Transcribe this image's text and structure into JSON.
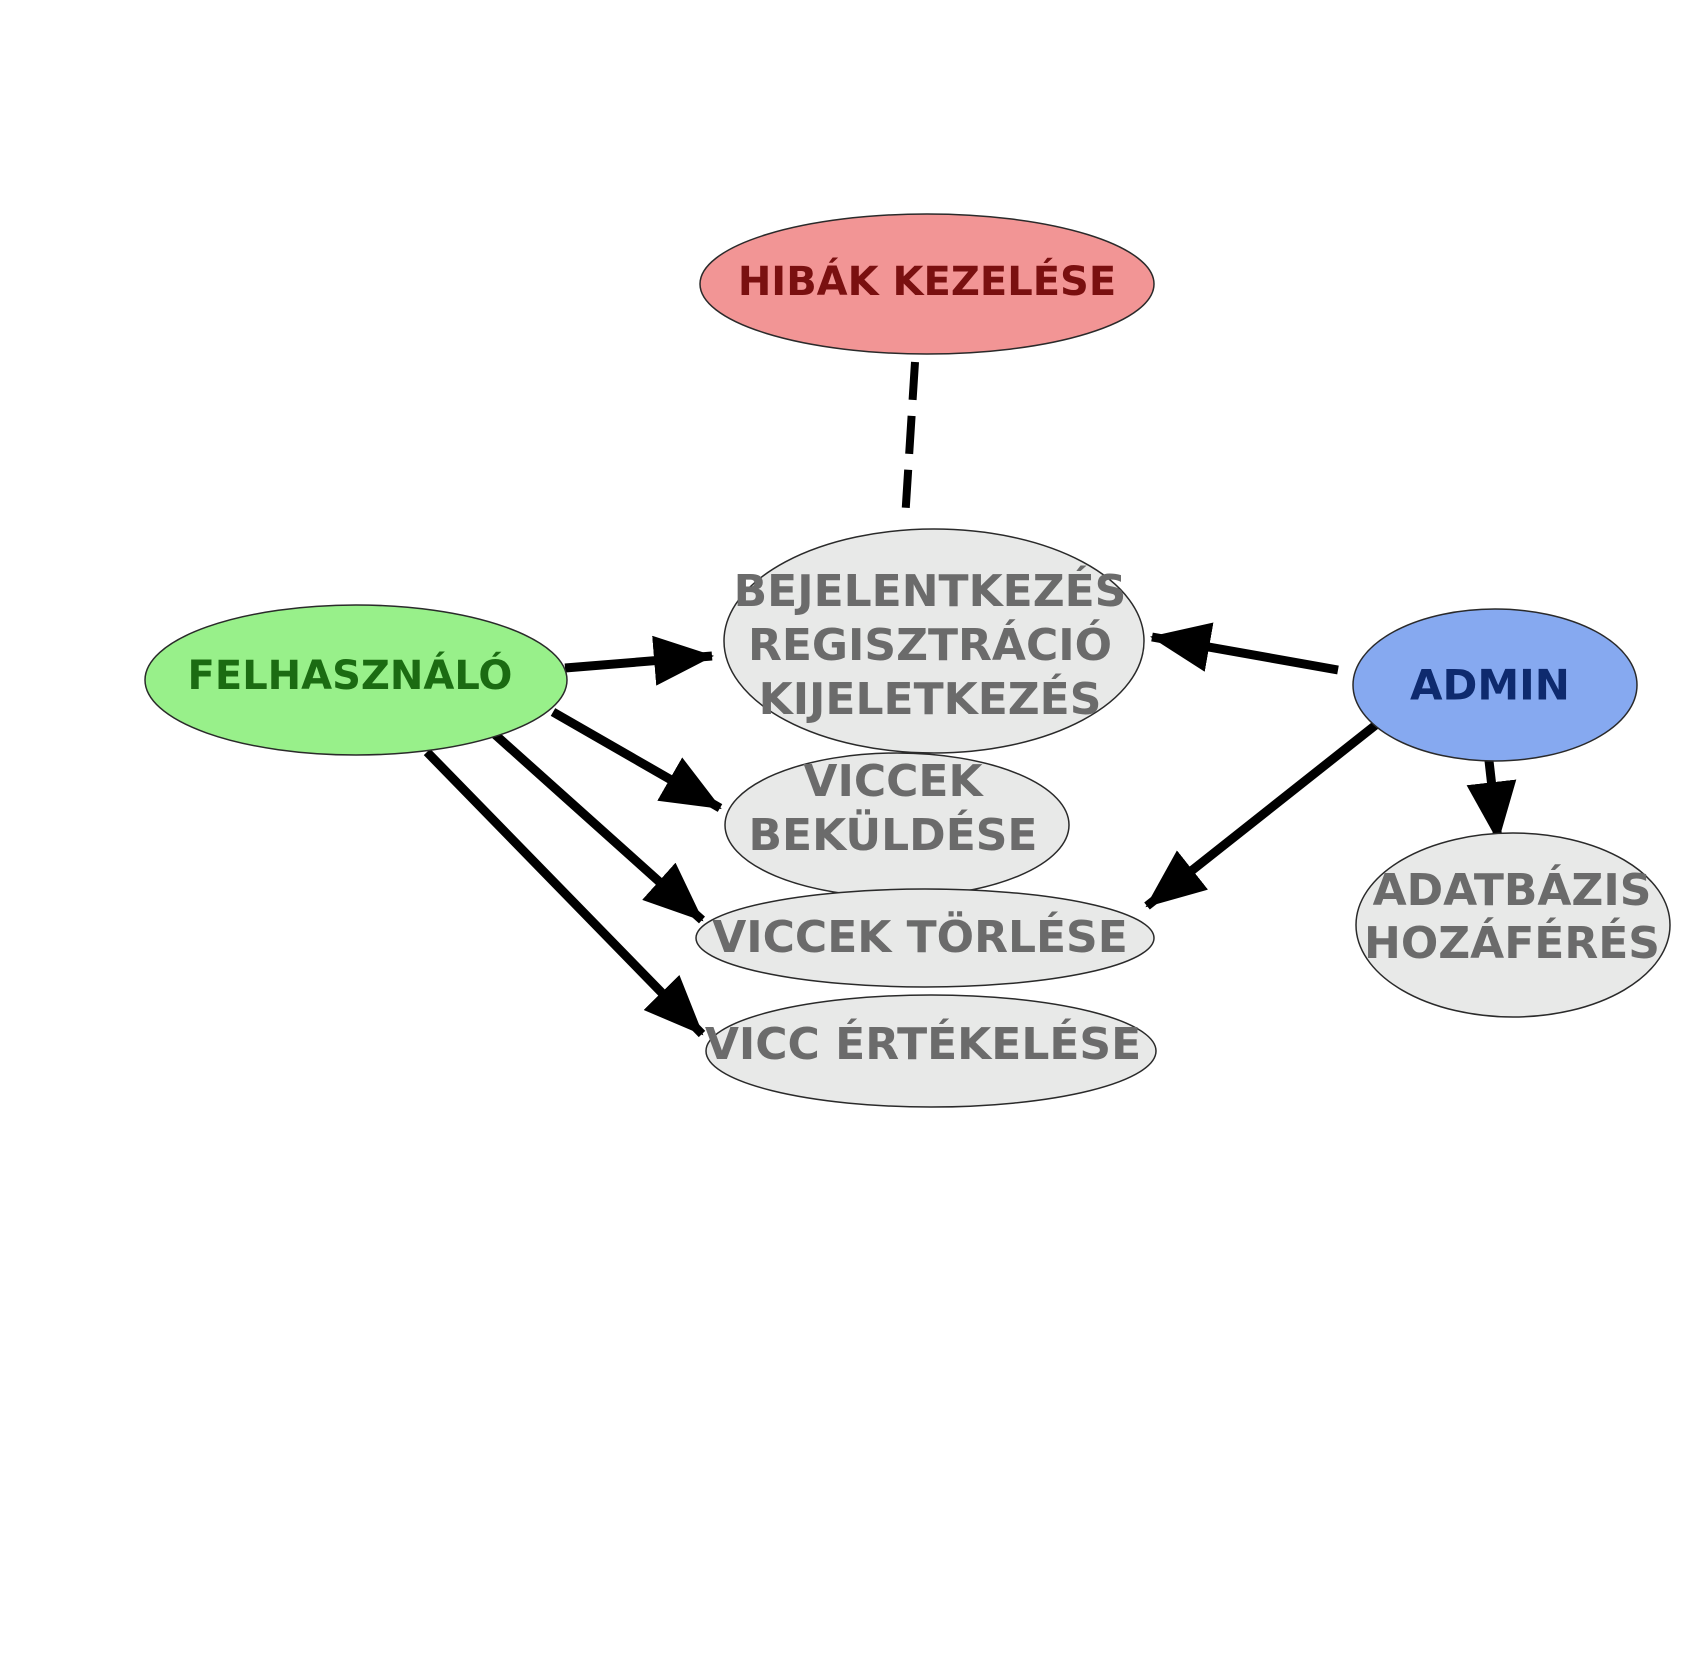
{
  "diagram": {
    "nodes": {
      "hibak": {
        "label": "HIBÁK KEZELÉSE",
        "color": "#f29595"
      },
      "felhasznalo": {
        "label": "FELHASZNÁLÓ",
        "color": "#98f08a"
      },
      "admin": {
        "label": "ADMIN",
        "color": "#86a9f0"
      },
      "auth": {
        "line1": "BEJELENTKEZÉS",
        "line2": "REGISZTRÁCIÓ",
        "line3": "KIJELETKEZÉS",
        "color": "#e8e9e8"
      },
      "bekuldes": {
        "line1": "VICCEK",
        "line2": "BEKÜLDÉSE",
        "color": "#e8e9e8"
      },
      "torles": {
        "label": "VICCEK TÖRLÉSE",
        "color": "#e8e9e8"
      },
      "ertekeles": {
        "label": "VICC ÉRTÉKELÉSE",
        "color": "#e8e9e8"
      },
      "adatbazis": {
        "line1": "ADATBÁZIS",
        "line2": "HOZÁFÉRÉS",
        "color": "#e8e9e8"
      }
    }
  }
}
